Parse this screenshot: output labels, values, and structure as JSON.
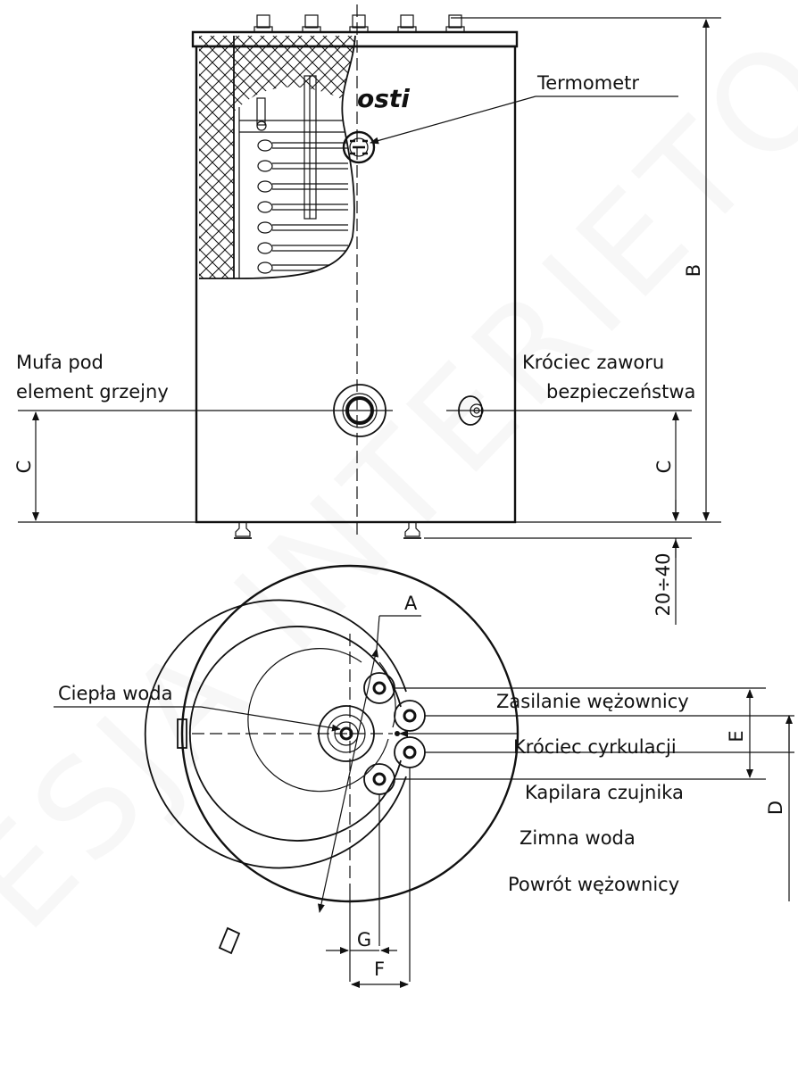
{
  "labels": {
    "termometr": "Termometr",
    "mufa_line1": "Mufa pod",
    "mufa_line2": "element grzejny",
    "krociec_zaworu_line1": "Króciec zaworu",
    "krociec_zaworu_line2": "bezpieczeństwa",
    "ciepla_woda": "Ciepła woda",
    "zasilanie": "Zasilanie wężownicy",
    "cyrkulacja": "Króciec cyrkulacji",
    "kapilara": "Kapilara czujnika",
    "zimna_woda": "Zimna woda",
    "powrot": "Powrót wężownicy",
    "logo_text": "osti"
  },
  "dimensions": {
    "A": "A",
    "B": "B",
    "C_left": "C",
    "C_right": "C",
    "feet": "20÷40",
    "D": "D",
    "E": "E",
    "F": "F",
    "G": "G"
  },
  "watermark": "ESJA INTERIETO"
}
